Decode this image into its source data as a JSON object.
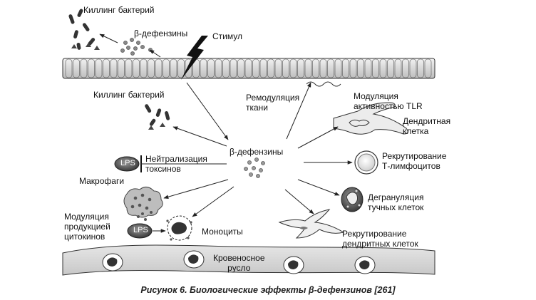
{
  "labels": {
    "killing_top": "Киллинг бактерий",
    "beta_def_top": "β-дефензины",
    "stimulus": "Стимул",
    "killing_mid": "Киллинг бактерий",
    "remodel": "Ремодуляция\nткани",
    "tlr": "Модуляция\nактивностью TLR",
    "dendritic": "Дендритная\nклетка",
    "center": "β-дефензины",
    "neutral": "Нейтрализация\nтоксинов",
    "lps1": "LPS",
    "lps2": "LPS",
    "macrophages": "Макрофаги",
    "tcells": "Рекрутирование\nТ-лимфоцитов",
    "degran": "Дегрануляция\nтучных клеток",
    "cytokine": "Модуляция\nпродукцией\nцитокинов",
    "monocytes": "Моноциты",
    "dc_recruit": "Рекрутирование\nдендритных клеток",
    "vessel": "Кровеносное\nрусло"
  },
  "caption": "Рисунок 6. Биологические эффекты β-дефензинов [261]"
}
